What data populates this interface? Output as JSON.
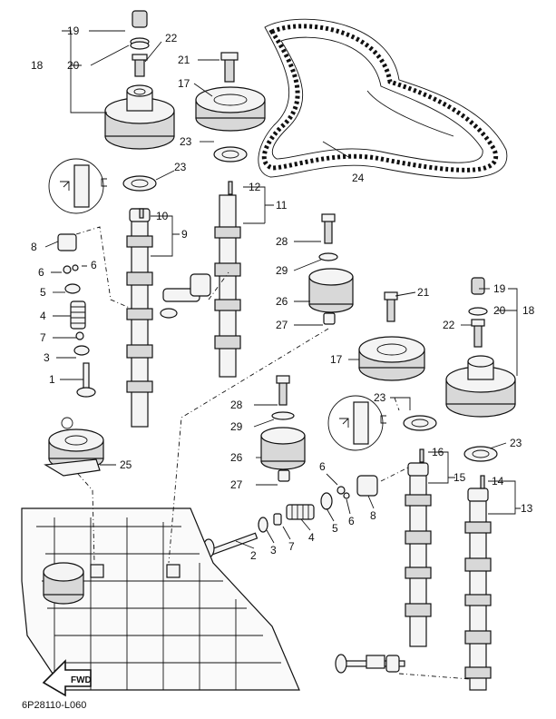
{
  "diagram": {
    "drawing_code": "6P28110-L060",
    "fwd_label": "FWD",
    "callouts": {
      "c1": "1",
      "c2": "2",
      "c3a": "3",
      "c3b": "3",
      "c4a": "4",
      "c4b": "4",
      "c5a": "5",
      "c5b": "5",
      "c6a": "6",
      "c6b": "6",
      "c6c": "6",
      "c6d": "6",
      "c7a": "7",
      "c7b": "7",
      "c8a": "8",
      "c8b": "8",
      "c9": "9",
      "c10": "10",
      "c11": "11",
      "c12": "12",
      "c13": "13",
      "c14": "14",
      "c15": "15",
      "c16": "16",
      "c17a": "17",
      "c17b": "17",
      "c18a": "18",
      "c18b": "18",
      "c19a": "19",
      "c19b": "19",
      "c20a": "20",
      "c20b": "20",
      "c21a": "21",
      "c21b": "21",
      "c22a": "22",
      "c22b": "22",
      "c23a": "23",
      "c23b": "23",
      "c23c": "23",
      "c23d": "23",
      "c24": "24",
      "c25": "25",
      "c26a": "26",
      "c26b": "26",
      "c27a": "27",
      "c27b": "27",
      "c28a": "28",
      "c28b": "28",
      "c29a": "29",
      "c29b": "29"
    }
  }
}
